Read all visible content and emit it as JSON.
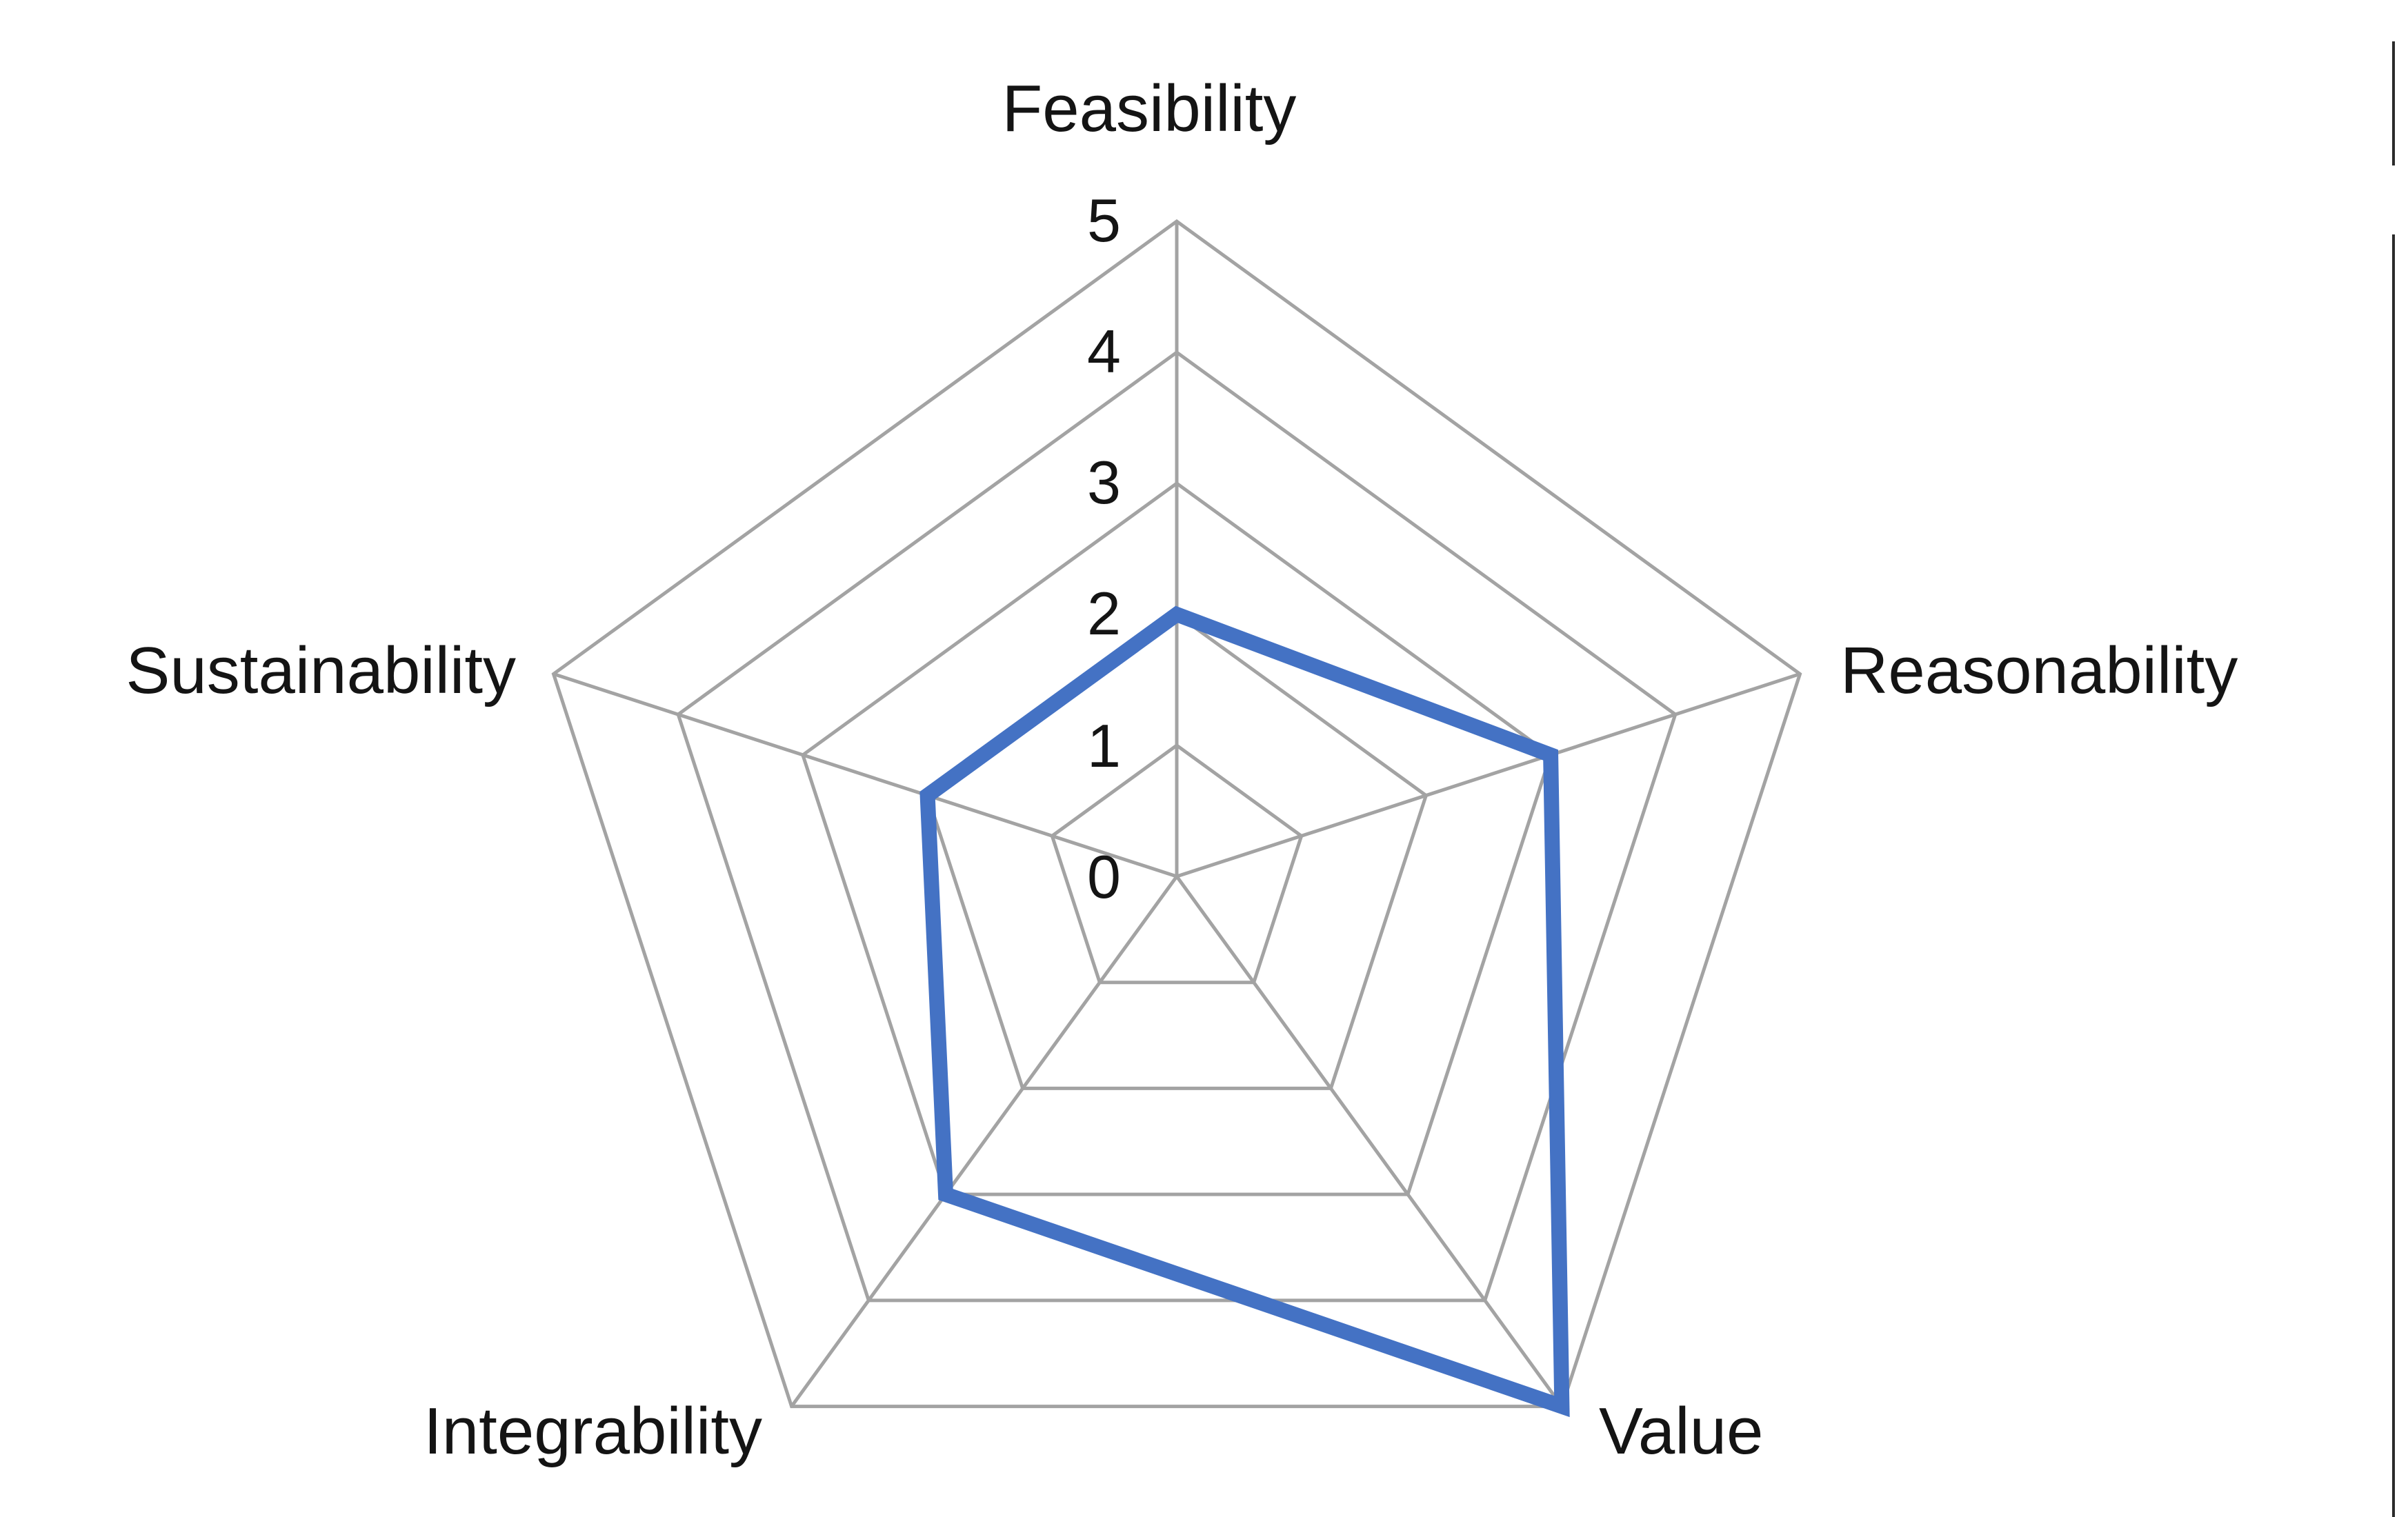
{
  "chart_data": {
    "type": "radar",
    "title": "",
    "categories": [
      "Feasibility",
      "Reasonability",
      "Value",
      "Integrability",
      "Sustainability"
    ],
    "values": [
      2,
      3,
      5,
      3,
      2
    ],
    "series": [
      {
        "name": "",
        "values": [
          2,
          3,
          5,
          3,
          2
        ],
        "color": "#4472c4"
      }
    ],
    "tick_labels": [
      "0",
      "1",
      "2",
      "3",
      "4",
      "5"
    ],
    "tick_values": [
      0,
      1,
      2,
      3,
      4,
      5
    ],
    "rlim": [
      0,
      5
    ],
    "grid": true,
    "legend": "none",
    "xlabel": "",
    "ylabel": "",
    "gridline_color": "#a3a3a3",
    "axis_label_color": "#141414"
  },
  "axes": {
    "feasibility": "Feasibility",
    "reasonability": "Reasonability",
    "value": "Value",
    "integrability": "Integrability",
    "sustainability": "Sustainability"
  },
  "ticks": {
    "t0": "0",
    "t1": "1",
    "t2": "2",
    "t3": "3",
    "t4": "4",
    "t5": "5"
  },
  "colors": {
    "series": "#4472c4",
    "grid": "#a3a3a3",
    "text": "#141414",
    "background": "#ffffff"
  }
}
